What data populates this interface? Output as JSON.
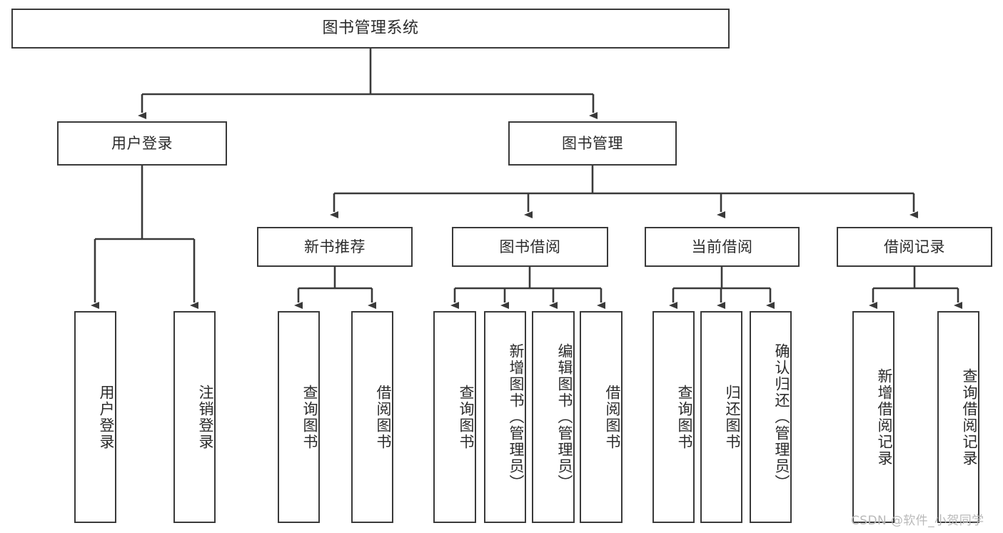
{
  "diagram": {
    "title": "图书管理系统",
    "type": "tree-hierarchy",
    "watermark": "CSDN @软件_小贺同学",
    "colors": {
      "stroke": "#3a3a3a",
      "fill": "#ffffff",
      "text": "#2b2b2b",
      "watermark": "#b9b9b9"
    },
    "nodes": {
      "root": {
        "label": "图书管理系统"
      },
      "level2": [
        {
          "id": "user-login",
          "label": "用户登录"
        },
        {
          "id": "book-manage",
          "label": "图书管理"
        }
      ],
      "level3": [
        {
          "id": "new-book-recommend",
          "label": "新书推荐"
        },
        {
          "id": "book-borrow",
          "label": "图书借阅"
        },
        {
          "id": "current-borrow",
          "label": "当前借阅"
        },
        {
          "id": "borrow-record",
          "label": "借阅记录"
        }
      ],
      "leaves": {
        "user_login": [
          {
            "id": "leaf-user-login",
            "label": "用户登录"
          },
          {
            "id": "leaf-logout-login",
            "label": "注销登录"
          }
        ],
        "new_book_recommend": [
          {
            "id": "leaf-query-book-1",
            "label": "查询图书"
          },
          {
            "id": "leaf-borrow-book-1",
            "label": "借阅图书"
          }
        ],
        "book_borrow": [
          {
            "id": "leaf-query-book-2",
            "label": "查询图书"
          },
          {
            "id": "leaf-add-book",
            "label": "新增图书（管理员）"
          },
          {
            "id": "leaf-edit-book",
            "label": "编辑图书（管理员）"
          },
          {
            "id": "leaf-borrow-book-2",
            "label": "借阅图书"
          }
        ],
        "current_borrow": [
          {
            "id": "leaf-query-book-3",
            "label": "查询图书"
          },
          {
            "id": "leaf-return-book",
            "label": "归还图书"
          },
          {
            "id": "leaf-confirm-return",
            "label": "确认归还（管理员）"
          }
        ],
        "borrow_record": [
          {
            "id": "leaf-add-record",
            "label": "新增借阅记录"
          },
          {
            "id": "leaf-query-record",
            "label": "查询借阅记录"
          }
        ]
      }
    }
  }
}
